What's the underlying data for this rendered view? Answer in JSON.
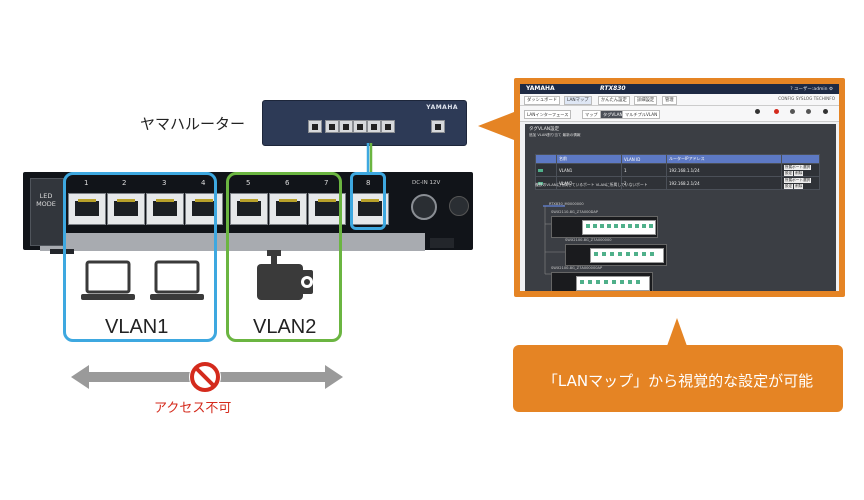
{
  "router": {
    "label": "ヤマハルーター",
    "brand": "YAMAHA"
  },
  "switch": {
    "led_mode_label": "LED MODE",
    "port_numbers": [
      "1",
      "2",
      "3",
      "4",
      "5",
      "6",
      "7",
      "8"
    ],
    "dc_label": "DC-IN 12V"
  },
  "vlans": [
    {
      "name": "VLAN1",
      "color": "#3ea8e0",
      "devices": [
        "laptop-icon",
        "laptop-icon"
      ]
    },
    {
      "name": "VLAN2",
      "color": "#6bb541",
      "devices": [
        "security-camera-icon"
      ]
    }
  ],
  "access": {
    "label": "アクセス不可",
    "color": "#d42a1c",
    "icon": "prohibited-icon"
  },
  "screenshot": {
    "brand": "YAMAHA",
    "model": "RTX830",
    "menu": "?   ユーザー:admin    ⚙",
    "tabs": [
      "ダッシュボード",
      "LANマップ",
      "かんたん設定",
      "詳細設定",
      "管理"
    ],
    "tabs_right": "CONFIG   SYSLOG   TECHINFO",
    "toolbar_tabs": [
      "LANインターフェース",
      "マップ",
      "タグVLAN",
      "マルチプルVLAN"
    ],
    "section_title": "タグVLAN設定",
    "actions": "追加  VLAN割り当て  最新の情報",
    "table_headers": [
      "",
      "名前",
      "VLAN ID",
      "ルーターIPアドレス",
      ""
    ],
    "table_rows": [
      {
        "name": "VLAN1",
        "id": "1",
        "ip": "192.168.1.1/24"
      },
      {
        "name": "VLAN2",
        "id": "2",
        "ip": "192.168.2.1/24"
      }
    ],
    "row_buttons": [
      "所属ポート選択",
      "設定",
      "削除"
    ],
    "legend": "複数のVLANに所属しているポート   VLANに所属していないポート",
    "nodes": [
      "RTX830_M0000000",
      "SWX2110-8G_Z7A000DAP",
      "SWX2100-8G_Z7A000000",
      "SWX2100-8G_Z7A000000AP"
    ],
    "node_ports": [
      "1",
      "2",
      "3",
      "4",
      "5",
      "6",
      "7",
      "8",
      "9",
      "10"
    ]
  },
  "callout": {
    "text": "「LANマップ」から視覚的な設定が可能"
  }
}
